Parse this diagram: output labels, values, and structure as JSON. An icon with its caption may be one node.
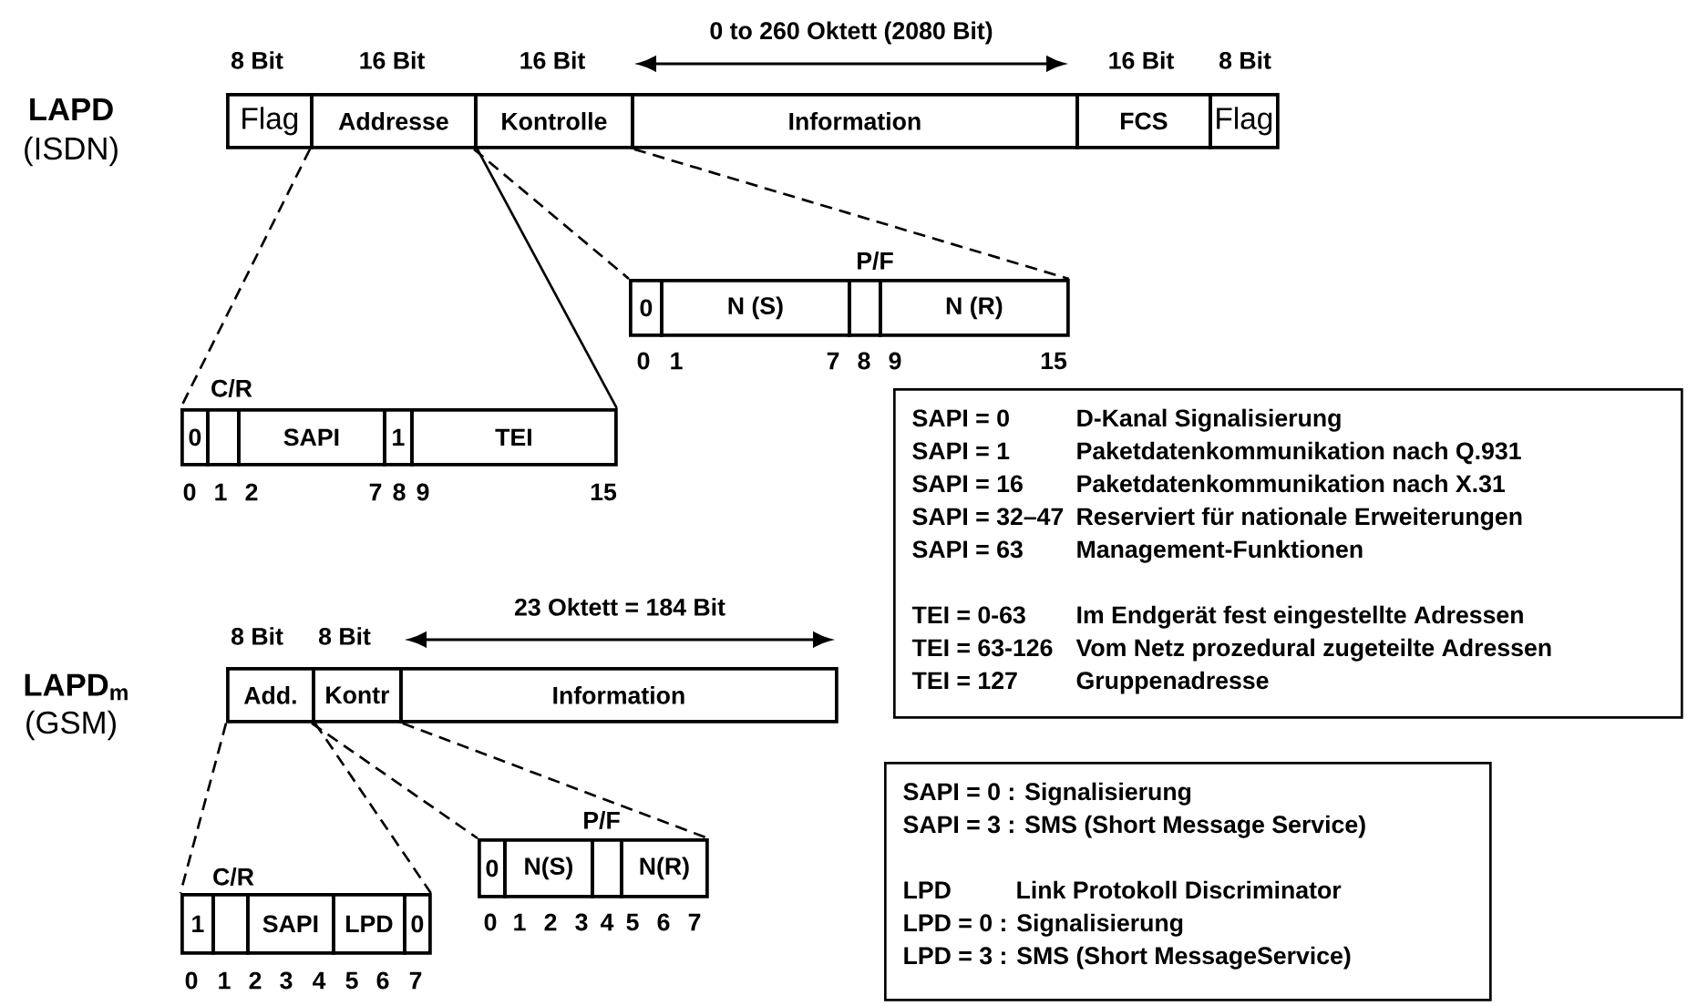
{
  "diagram": {
    "nodes": [
      {
        "text": [
          "Flag"
        ]
      },
      {
        "text": [
          "Addresse"
        ]
      },
      {
        "text": [
          "Kontrolle"
        ]
      },
      {
        "text": [
          "Information"
        ]
      },
      {
        "text": [
          "FCS"
        ]
      },
      {
        "text": [
          "Flag"
        ]
      },
      {
        "text": [],
        "shape": "box"
      },
      {
        "text": [
          "0"
        ],
        "in": 6
      },
      {
        "text": [
          "N (S)"
        ],
        "in": 6
      },
      {
        "text": [],
        "shape": "box",
        "in": 6
      },
      {
        "text": [
          "N (R)"
        ],
        "in": 6
      },
      {
        "text": [],
        "shape": "box"
      },
      {
        "text": [
          "0"
        ],
        "in": 11
      },
      {
        "text": [],
        "shape": "box",
        "in": 11
      },
      {
        "text": [
          "SAPI"
        ],
        "in": 11
      },
      {
        "text": [
          "1"
        ],
        "in": 11
      },
      {
        "text": [
          "TEI"
        ],
        "in": 11
      },
      {
        "text": [
          "SAPI = 0",
          "D-Kanal Signalisierung",
          "SAPI = 1",
          "Paketdatenkommunikation nach Q.931",
          "SAPI = 16",
          "Paketdatenkommunikation nach X.31",
          "SAPI = 32–47",
          "Reserviert für nationale Erweiterungen",
          "SAPI = 63",
          "Management-Funktionen",
          "TEI = 0-63",
          "Im Endgerät fest eingestellte Adressen",
          "TEI = 63-126",
          "Vom Netz prozedural zugeteilte Adressen",
          "TEI = 127",
          "Gruppenadresse"
        ]
      },
      {
        "text": [
          "Add."
        ]
      },
      {
        "text": [
          "Kontr"
        ]
      },
      {
        "text": [
          "Information"
        ]
      },
      {
        "text": [],
        "shape": "box"
      },
      {
        "text": [
          "1"
        ],
        "in": 21
      },
      {
        "text": [],
        "shape": "box",
        "in": 21
      },
      {
        "text": [
          "SAPI"
        ],
        "in": 21
      },
      {
        "text": [
          "LPD"
        ],
        "in": 21
      },
      {
        "text": [
          "0"
        ],
        "in": 21
      },
      {
        "text": [],
        "shape": "box"
      },
      {
        "text": [
          "0"
        ],
        "in": 27
      },
      {
        "text": [
          "N(S)"
        ],
        "in": 27
      },
      {
        "text": [],
        "shape": "box",
        "in": 27
      },
      {
        "text": [
          "N(R)"
        ],
        "in": 27
      },
      {
        "text": [
          "SAPI = 0 : Signalisierung",
          "SAPI = 3 : SMS (Short Message Service)",
          "LPD",
          "Link Protokoll Discriminator",
          "LPD = 0 : Signalisierung",
          "LPD = 3 : SMS (Short MessageService)"
        ]
      }
    ],
    "edges": [
      {
        "from": 1,
        "to": 11,
        "arrow": "none",
        "style": "dashed"
      },
      {
        "from": 1,
        "to": 11,
        "arrow": "none"
      },
      {
        "from": 2,
        "to": 6,
        "arrow": "none",
        "style": "dashed"
      },
      {
        "from": 2,
        "to": 6,
        "arrow": "none",
        "style": "dashed"
      },
      {
        "from": 18,
        "to": 21,
        "arrow": "none",
        "style": "dashed"
      },
      {
        "from": 18,
        "to": 21,
        "arrow": "none",
        "style": "dashed"
      },
      {
        "from": 19,
        "to": 27,
        "arrow": "none",
        "style": "dashed"
      },
      {
        "from": 19,
        "to": 27,
        "arrow": "none",
        "style": "dashed"
      }
    ],
    "labels": [
      "8 Bit",
      "16 Bit",
      "16 Bit",
      "0 to 260 Oktett (2080 Bit)",
      "16 Bit",
      "8 Bit",
      "LAPD",
      "(ISDN)",
      "P/F",
      "0",
      "1",
      "7",
      "8",
      "9",
      "15",
      "C/R",
      "0",
      "1",
      "2",
      "7",
      "8",
      "9",
      "15",
      "23 Oktett = 184 Bit",
      "8 Bit",
      "8 Bit",
      "LAPD$_{m}$",
      "(GSM)",
      "P/F",
      "C/R",
      "0",
      "1",
      "2",
      "3",
      "4",
      "5",
      "6",
      "7",
      "0",
      "1",
      "2",
      "3",
      "4",
      "5",
      "6",
      "7"
    ]
  }
}
